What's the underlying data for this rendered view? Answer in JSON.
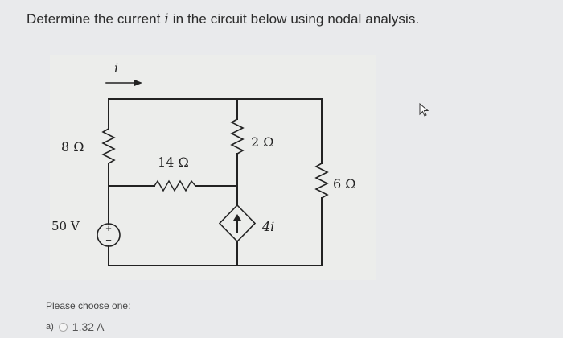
{
  "question": {
    "prefix": "Determine the current ",
    "variable": "i",
    "suffix": " in the circuit below using nodal analysis."
  },
  "circuit": {
    "current_label": "i",
    "r1_label": "8 Ω",
    "r2_label": "14 Ω",
    "r3_label": "2 Ω",
    "r4_label": "6 Ω",
    "source_label": "50 V",
    "dep_source_label": "4i",
    "source_plus": "+",
    "source_minus": "−"
  },
  "answer": {
    "prompt": "Please choose one:",
    "options": [
      {
        "letter": "a)",
        "label": "1.32 A"
      }
    ]
  },
  "icons": {
    "cursor": "mouse-pointer-icon",
    "radio": "radio-button-icon"
  }
}
